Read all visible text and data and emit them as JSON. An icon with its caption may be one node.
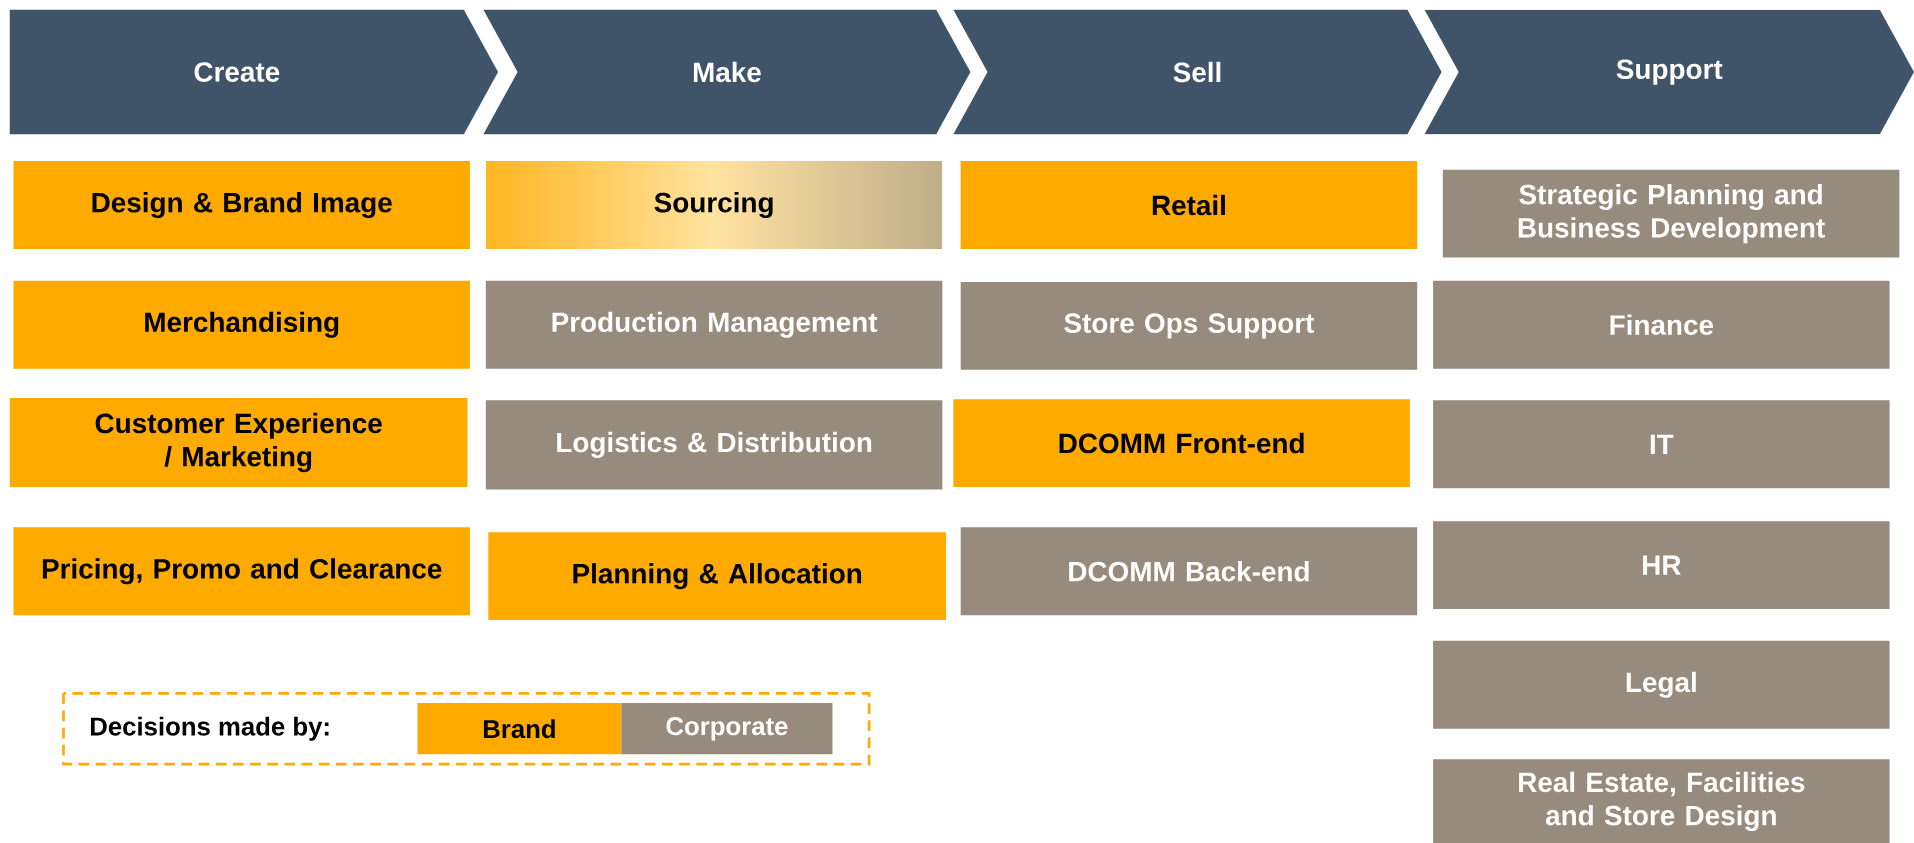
{
  "diagram": {
    "nodes": [
      {
        "text": [
          "Create"
        ]
      },
      {
        "text": [
          "Make"
        ]
      },
      {
        "text": [
          "Sell"
        ]
      },
      {
        "text": [
          "Support"
        ]
      },
      {
        "text": [
          "Design & Brand Image"
        ]
      },
      {
        "text": [
          "Merchandising"
        ]
      },
      {
        "text": [
          "Customer Experience / Marketing"
        ]
      },
      {
        "text": [
          "Pricing, Promo and Clearance"
        ]
      },
      {
        "text": [
          "Sourcing"
        ]
      },
      {
        "text": [
          "Production Management"
        ]
      },
      {
        "text": [
          "Logistics & Distribution"
        ]
      },
      {
        "text": [
          "Planning & Allocation"
        ]
      },
      {
        "text": [
          "Retail"
        ]
      },
      {
        "text": [
          "Store Ops Support"
        ]
      },
      {
        "text": [
          "DCOMM Front-end"
        ]
      },
      {
        "text": [
          "DCOMM Back-end"
        ]
      },
      {
        "text": [
          "Strategic Planning and Business Development"
        ]
      },
      {
        "text": [
          "Finance"
        ]
      },
      {
        "text": [
          "IT"
        ]
      },
      {
        "text": [
          "HR"
        ]
      },
      {
        "text": [
          "Legal"
        ]
      },
      {
        "text": [
          "Real Estate, Facilities and Store Design"
        ]
      }
    ],
    "labels": [
      "Decisions made by:"
    ],
    "legend": [
      {
        "text": "Brand",
        "color": "#ffaa00"
      },
      {
        "text": "Corporate",
        "color": "#978b7d"
      }
    ]
  }
}
